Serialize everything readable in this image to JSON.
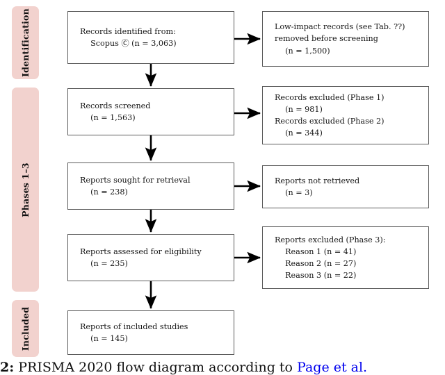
{
  "figure": {
    "type": "prisma-2020-flow-diagram",
    "caption_number": "2:",
    "caption_text_before_link": " PRISMA 2020 flow diagram according to ",
    "caption_link": "Page et al.",
    "colors": {
      "badge_background": "#f2d2ce",
      "box_border": "#5a5a5a",
      "arrow": "#000000",
      "link": "#0000ee",
      "text": "#141414",
      "page_background": "#ffffff"
    }
  },
  "phase_badges": [
    {
      "id": "identification",
      "label": "Identification"
    },
    {
      "id": "phases",
      "label": "Phases 1–3"
    },
    {
      "id": "included",
      "label": "Included"
    }
  ],
  "flow": {
    "left_column": [
      {
        "id": "identified",
        "lines": [
          {
            "text": "Records identified from:",
            "indent": false
          },
          {
            "text": "Scopus Ⓒ (n = 3,063)",
            "indent": true
          }
        ]
      },
      {
        "id": "screened",
        "lines": [
          {
            "text": "Records screened",
            "indent": false
          },
          {
            "text": "(n = 1,563)",
            "indent": true
          }
        ]
      },
      {
        "id": "sought",
        "lines": [
          {
            "text": "Reports sought for retrieval",
            "indent": false
          },
          {
            "text": "(n = 238)",
            "indent": true
          }
        ]
      },
      {
        "id": "assessed",
        "lines": [
          {
            "text": "Reports assessed for eligibility",
            "indent": false
          },
          {
            "text": "(n = 235)",
            "indent": true
          }
        ]
      },
      {
        "id": "included",
        "lines": [
          {
            "text": "Reports of included studies",
            "indent": false
          },
          {
            "text": "(n = 145)",
            "indent": true
          }
        ]
      }
    ],
    "right_column": [
      {
        "id": "lowimpact",
        "lines": [
          {
            "text": "Low-impact records (see Tab. ??)",
            "indent": false
          },
          {
            "text": "removed before screening",
            "indent": false
          },
          {
            "text": "(n = 1,500)",
            "indent": true
          }
        ]
      },
      {
        "id": "excluded12",
        "lines": [
          {
            "text": "Records excluded (Phase 1)",
            "indent": false
          },
          {
            "text": "(n = 981)",
            "indent": true
          },
          {
            "text": "Records excluded (Phase 2)",
            "indent": false
          },
          {
            "text": "(n = 344)",
            "indent": true
          }
        ]
      },
      {
        "id": "notretrieved",
        "lines": [
          {
            "text": "Reports not retrieved",
            "indent": false
          },
          {
            "text": "(n = 3)",
            "indent": true
          }
        ]
      },
      {
        "id": "excluded3",
        "lines": [
          {
            "text": "Reports excluded (Phase 3):",
            "indent": false
          },
          {
            "text": "Reason 1 (n = 41)",
            "indent": true
          },
          {
            "text": "Reason 2 (n = 27)",
            "indent": true
          },
          {
            "text": "Reason 3 (n = 22)",
            "indent": true
          }
        ]
      }
    ]
  },
  "chart_data": {
    "type": "diagram",
    "title": "PRISMA 2020 flow diagram",
    "stages": [
      {
        "stage": "Records identified from Scopus",
        "n": 3063,
        "phase": "Identification"
      },
      {
        "stage": "Low-impact records removed before screening",
        "n": 1500,
        "phase": "Identification",
        "side": "right"
      },
      {
        "stage": "Records screened",
        "n": 1563,
        "phase": "Phases 1-3"
      },
      {
        "stage": "Records excluded (Phase 1)",
        "n": 981,
        "phase": "Phases 1-3",
        "side": "right"
      },
      {
        "stage": "Records excluded (Phase 2)",
        "n": 344,
        "phase": "Phases 1-3",
        "side": "right"
      },
      {
        "stage": "Reports sought for retrieval",
        "n": 238,
        "phase": "Phases 1-3"
      },
      {
        "stage": "Reports not retrieved",
        "n": 3,
        "phase": "Phases 1-3",
        "side": "right"
      },
      {
        "stage": "Reports assessed for eligibility",
        "n": 235,
        "phase": "Phases 1-3"
      },
      {
        "stage": "Reports excluded (Phase 3) - Reason 1",
        "n": 41,
        "phase": "Phases 1-3",
        "side": "right"
      },
      {
        "stage": "Reports excluded (Phase 3) - Reason 2",
        "n": 27,
        "phase": "Phases 1-3",
        "side": "right"
      },
      {
        "stage": "Reports excluded (Phase 3) - Reason 3",
        "n": 22,
        "phase": "Phases 1-3",
        "side": "right"
      },
      {
        "stage": "Reports of included studies",
        "n": 145,
        "phase": "Included"
      }
    ]
  }
}
